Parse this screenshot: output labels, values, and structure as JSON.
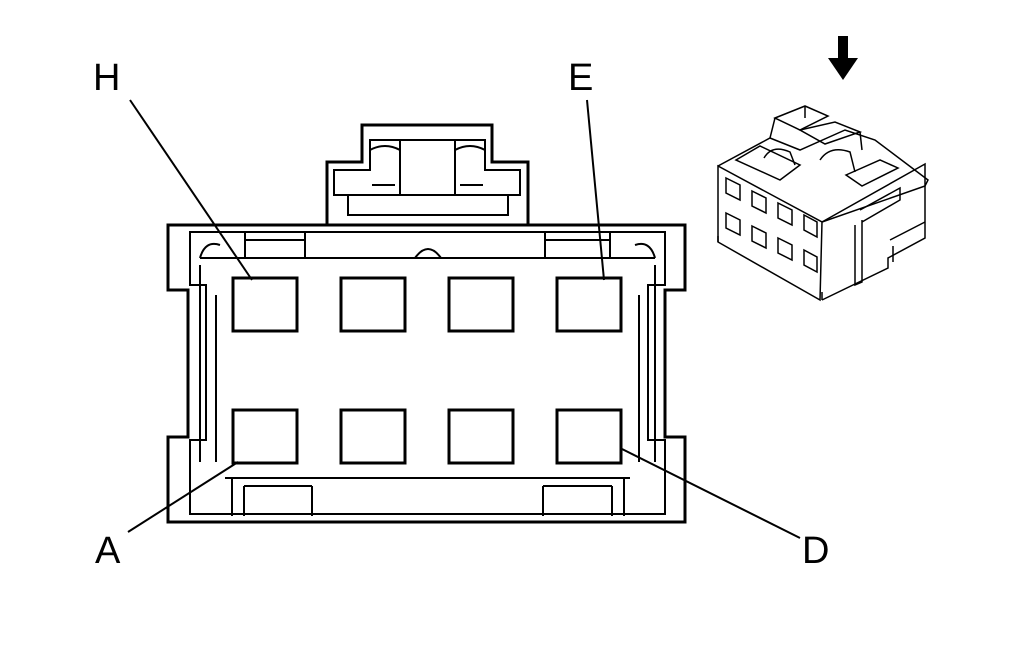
{
  "diagram": {
    "pin_labels": {
      "h": "H",
      "e": "E",
      "a": "A",
      "d": "D"
    },
    "colors": {
      "line": "#000000",
      "background": "#ffffff"
    },
    "icons": {
      "insertion_arrow": "down-arrow-icon"
    }
  }
}
